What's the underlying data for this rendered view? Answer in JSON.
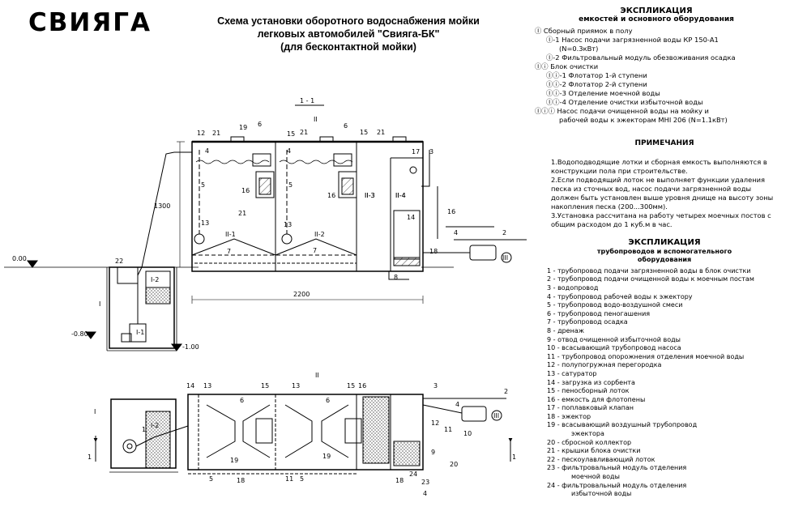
{
  "logo": "СВИЯГА",
  "title": {
    "line1": "Схема установки оборотного водоснабжения  мойки",
    "line2": "легковых автомобилей \"Свияга-БК\"",
    "line3": "(для бесконтактной мойки)"
  },
  "explication_equipment": {
    "heading1": "ЭКСПЛИКАЦИЯ",
    "heading2": "емкостей  и основного оборудования",
    "items": [
      {
        "text": "Ⓘ Сборный приямок в полу",
        "indent": 0
      },
      {
        "text": "Ⓘ-1  Насос подачи загрязненной воды КР 150-А1",
        "indent": 1
      },
      {
        "text": "(N=0.3кВт)",
        "indent": 2
      },
      {
        "text": "Ⓘ-2  Фильтровальный модуль обезвоживания осадка",
        "indent": 1
      },
      {
        "text": "Ⓘⓘ Блок очистки",
        "indent": 0
      },
      {
        "text": "Ⓘⓘ-1  Флотатор 1-й ступени",
        "indent": 1
      },
      {
        "text": "Ⓘⓘ-2  Флотатор 2-й ступени",
        "indent": 1
      },
      {
        "text": "Ⓘⓘ-3  Отделение моечной воды",
        "indent": 1
      },
      {
        "text": "Ⓘⓘ-4  Отделение очистки избыточной воды",
        "indent": 1
      },
      {
        "text": "Ⓘⓘⓘ Насос подачи очищенной воды на мойку и",
        "indent": 0
      },
      {
        "text": "рабочей  воды к эжекторам МНI 206 (N=1.1кВт)",
        "indent": 2
      }
    ]
  },
  "notes": {
    "heading": "ПРИМЕЧАНИЯ",
    "items": [
      "1.Водоподводящие лотки и сборная емкость выполняются в конструкции пола при строительстве.",
      "2.Если  подводящий  лоток не выполняет функции удаления песка из сточных вод, насос подачи загрязненной воды должен быть установлен выше уровня днище на  высоту зоны накопления песка (200...300мм).",
      "3.Установка рассчитана на  работу четырех моечных постов с общим расходом до 1 куб.м в час."
    ]
  },
  "explication_piping": {
    "heading1": "ЭКСПЛИКАЦИЯ",
    "heading2": "трубопроводов  и  вспомогательного",
    "heading3": "оборудования",
    "items": [
      "1 - трубопровод подачи загрязненной воды в блок очистки",
      "2 - трубопровод подачи очищенной воды к моечным постам",
      "3 - водопровод",
      "4 - трубопровод рабочей воды  к эжектору",
      "5 - трубопровод водо-воздушной смеси",
      "6 - трубопровод пеногашения",
      "7 - трубопровод осадка",
      "8 - дренаж",
      "9 - отвод очищенной избыточной воды",
      "10 - всасывающий трубопровод насоса",
      "11 - трубопровод опорожнения отделения моечной воды",
      "12 - полупогружная перегородка",
      "13 - сатуратор",
      "14 - загрузка из сорбента",
      "15 - пеносборный лоток",
      "16 - емкость для флотопены",
      "17 - поплавковый клапан",
      "18 - эжектор",
      "19 - всасывающий воздушный трубопровод",
      "эжектора",
      "20 - сбросной коллектор",
      "21 - крышки блока очистки",
      "22 - пескоулавливающий лоток",
      "23 - фильтровальный модуль отделения",
      "моечной воды",
      "24 - фильтровальный модуль отделения",
      "избыточной воды"
    ]
  },
  "drawing": {
    "section_label": "1 - 1",
    "plan_label": "II",
    "dimensions": {
      "height": "1300",
      "length": "2200",
      "level_zero": "0.00",
      "level_pit": "-0.80",
      "level_bottom": "-1.00"
    },
    "cut_mark": "1",
    "section_marks": {
      "pit": "I",
      "pump": "III"
    },
    "chamber_labels": {
      "pump_pit": "I-1",
      "filter_pit": "I-2",
      "flot1": "II-1",
      "flot2": "II-2",
      "wash": "II-3",
      "excess": "II-4"
    },
    "callouts_section": [
      "21",
      "19",
      "6",
      "15",
      "21",
      "6",
      "15",
      "21",
      "12",
      "4",
      "4",
      "17",
      "3",
      "5",
      "5",
      "16",
      "16",
      "II-3",
      "II-4",
      "21",
      "14",
      "13",
      "13",
      "7",
      "7",
      "18",
      "4",
      "2",
      "22",
      "8",
      "16"
    ],
    "callouts_plan": [
      "14",
      "13",
      "15",
      "13",
      "15",
      "16",
      "3",
      "4",
      "2",
      "6",
      "6",
      "1",
      "12",
      "11",
      "10",
      "9",
      "20",
      "19",
      "19",
      "5",
      "18",
      "11",
      "5",
      "18",
      "23",
      "24",
      "4"
    ]
  }
}
